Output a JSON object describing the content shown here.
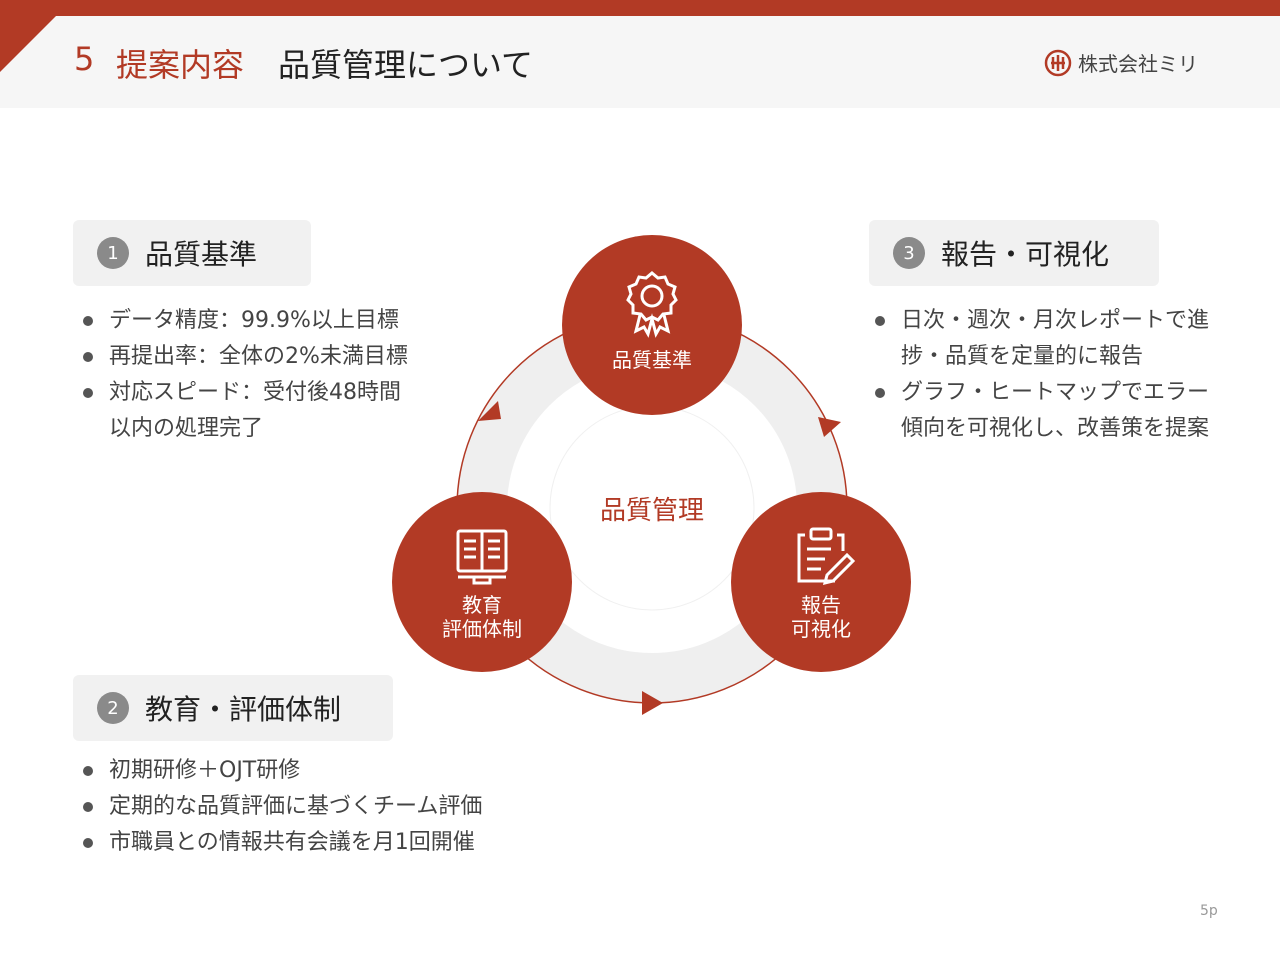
{
  "header": {
    "section_number": "5",
    "section_name": "提案内容",
    "title": "品質管理について",
    "company": "株式会社ミリ"
  },
  "sections": [
    {
      "number": "1",
      "title": "品質基準",
      "bullets": [
        "データ精度：99.9%以上目標",
        "再提出率：全体の2%未満目標",
        "対応スピード：受付後48時間以内の処理完了"
      ]
    },
    {
      "number": "2",
      "title": "教育・評価体制",
      "bullets": [
        "初期研修＋OJT研修",
        "定期的な品質評価に基づくチーム評価",
        "市職員との情報共有会議を月1回開催"
      ]
    },
    {
      "number": "3",
      "title": "報告・可視化",
      "bullets": [
        "日次・週次・月次レポートで進捗・品質を定量的に報告",
        "グラフ・ヒートマップでエラー傾向を可視化し、改善策を提案"
      ]
    }
  ],
  "diagram": {
    "center": "品質管理",
    "nodes": [
      {
        "line1": "品質基準",
        "line2": "",
        "icon": "award-ribbon-icon"
      },
      {
        "line1": "教育",
        "line2": "評価体制",
        "icon": "book-icon"
      },
      {
        "line1": "報告",
        "line2": "可視化",
        "icon": "clipboard-pen-icon"
      }
    ]
  },
  "page": "5p",
  "colors": {
    "accent": "#b23a25",
    "header_bg": "#f6f6f6",
    "box_bg": "#f1f1f1"
  }
}
